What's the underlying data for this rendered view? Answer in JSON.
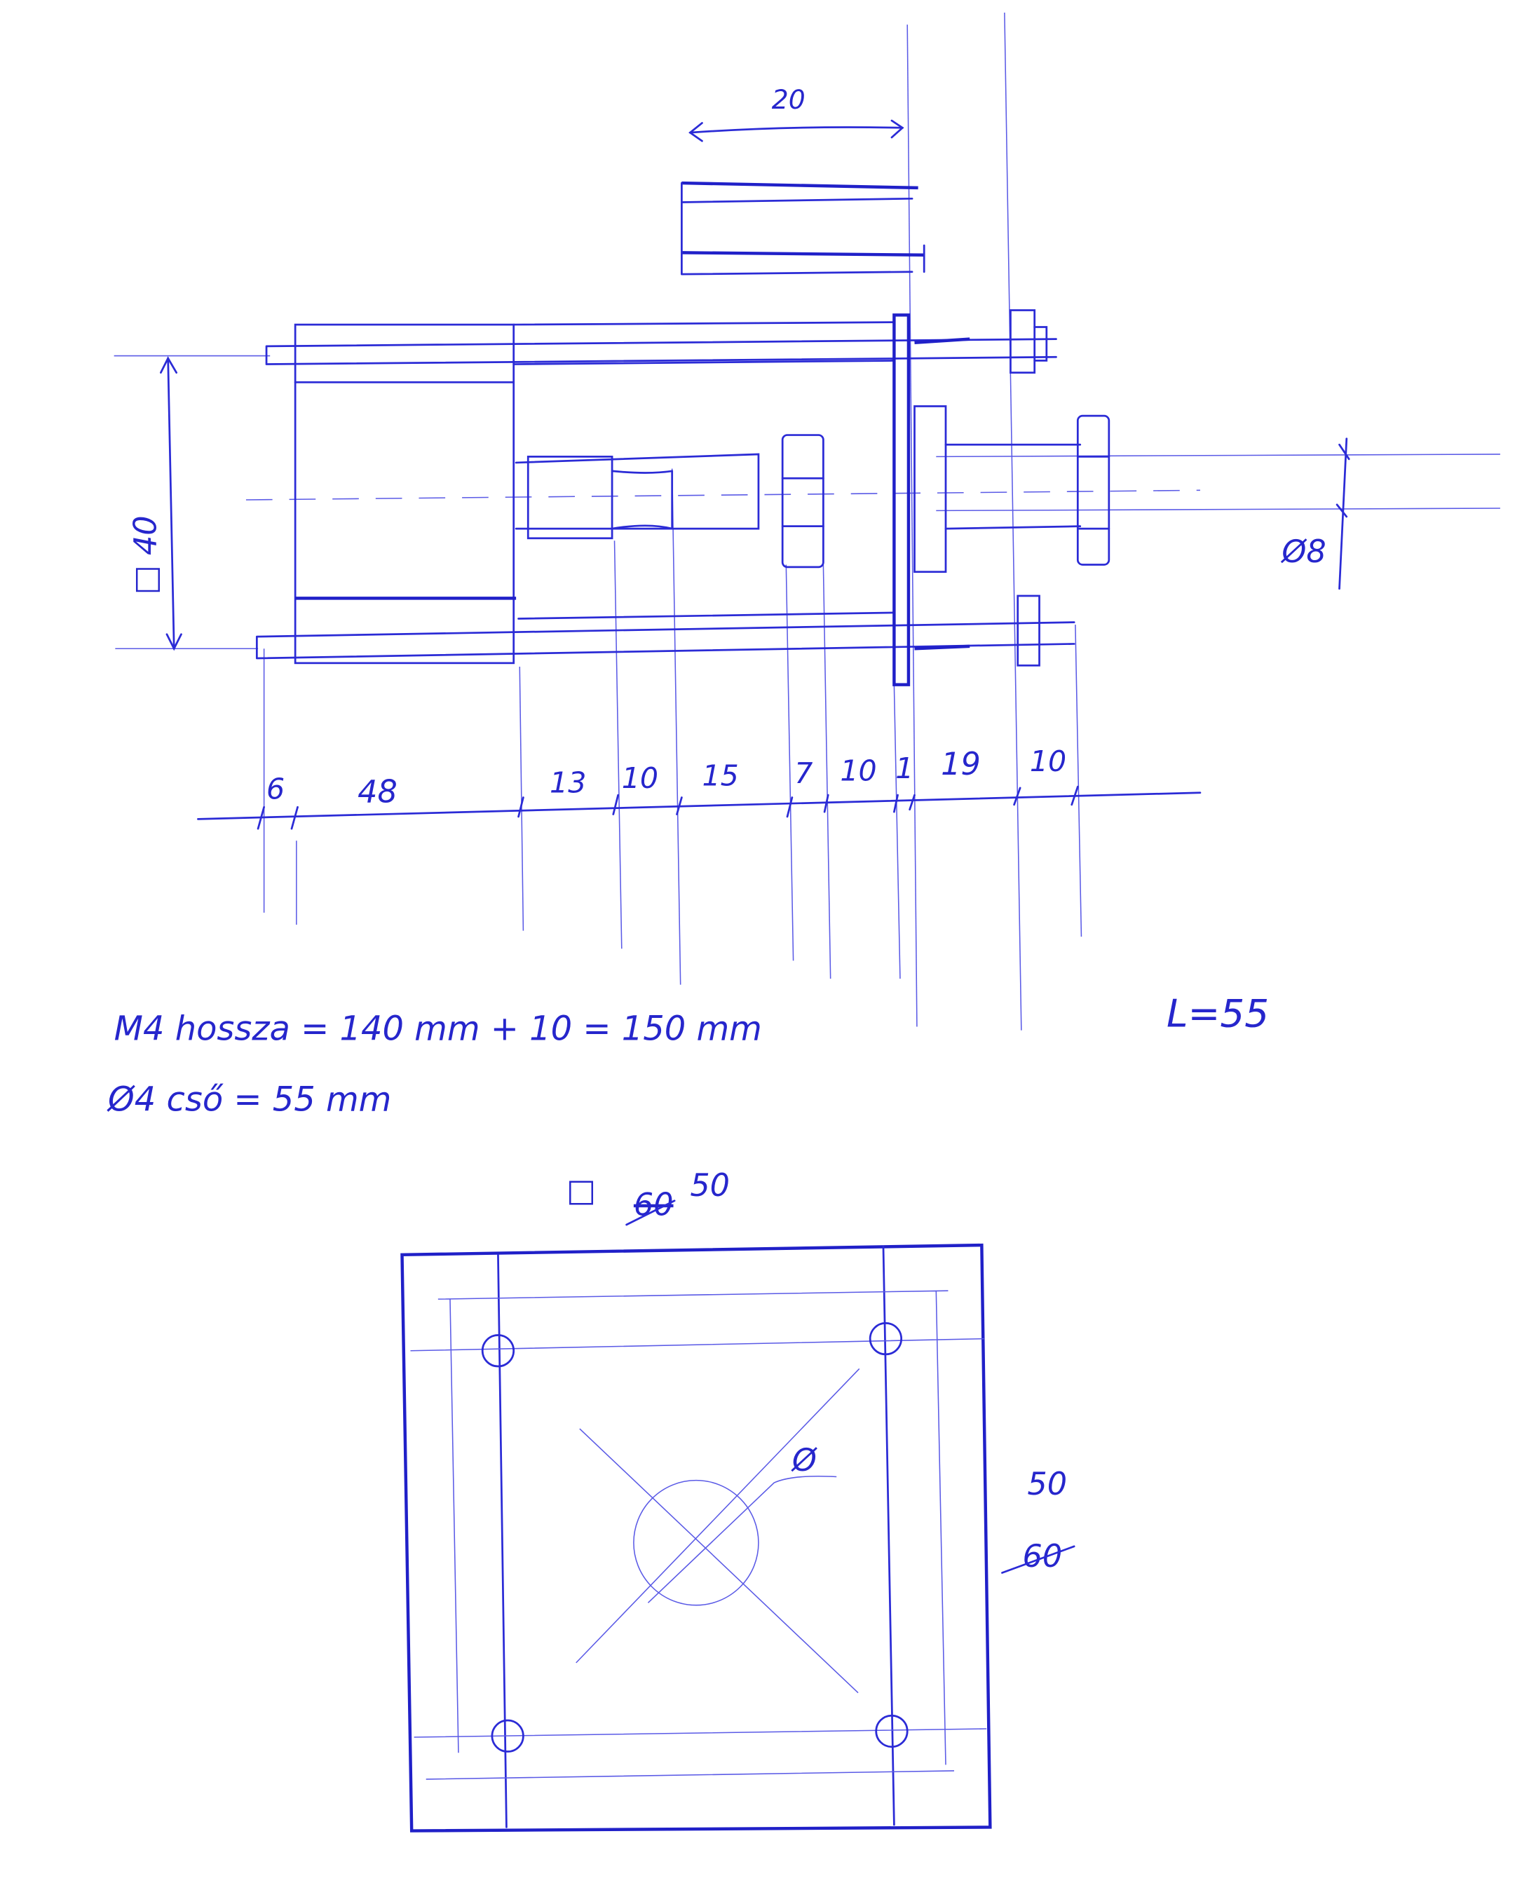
{
  "sketch": {
    "ink_color": "#2b2bd6",
    "top_dim": "20",
    "square_dim": "□ 40",
    "shaft_dia": "Ø8",
    "chain_dims": [
      "6",
      "48",
      "13",
      "10",
      "15",
      "7",
      "10",
      "1",
      "19",
      "10"
    ],
    "note_m4": "M4 hossza = 140 mm + 10 = 150 mm",
    "note_tube": "Ø4 cső = 55 mm",
    "note_length": "L=55",
    "plate_top_label_old": "60",
    "plate_top_label_prefix": "□",
    "plate_top_label": "50",
    "plate_dia_label": "Ø",
    "plate_side_label": "50",
    "plate_side_label_old": "60"
  }
}
